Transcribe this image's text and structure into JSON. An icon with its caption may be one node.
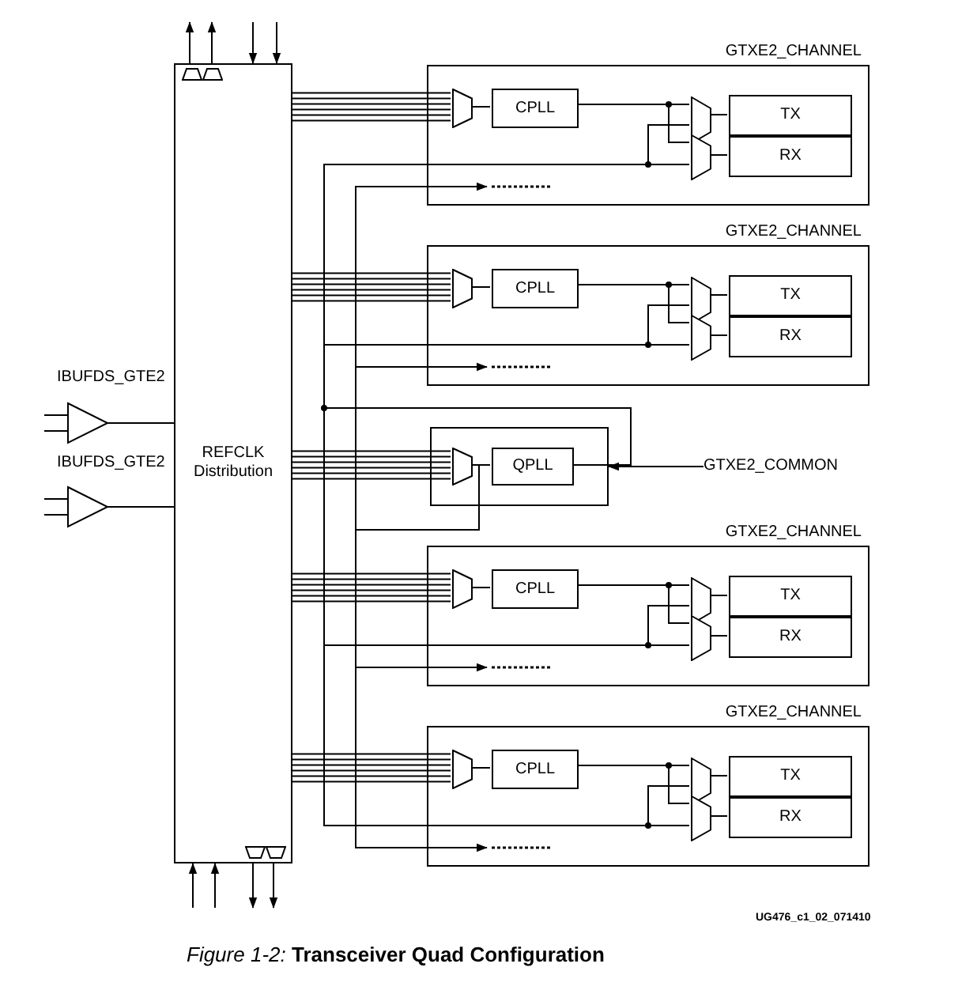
{
  "diagram": {
    "caption": "*Figure 1-2:* **Transceiver Quad Configuration**",
    "nodes": [
      {
        "text": [
          "REFCLK Distribution"
        ]
      },
      {
        "text": [],
        "shape": "triangle",
        "beside": [
          "IBUFDS_GTE2"
        ]
      },
      {
        "text": [],
        "shape": "triangle",
        "beside": [
          "IBUFDS_GTE2"
        ]
      },
      {
        "text": [
          "GTXE2_CHANNEL"
        ]
      },
      {
        "text": [],
        "shape": "trapezoid",
        "in": 3
      },
      {
        "text": [
          "CPLL"
        ],
        "in": 3
      },
      {
        "text": [],
        "shape": "trapezoid",
        "in": 3
      },
      {
        "text": [],
        "shape": "trapezoid",
        "in": 3
      },
      {
        "text": [
          "TX"
        ],
        "in": 3
      },
      {
        "text": [
          "RX"
        ],
        "in": 3
      },
      {
        "text": [
          "GTXE2_CHANNEL"
        ]
      },
      {
        "text": [],
        "shape": "trapezoid",
        "in": 10
      },
      {
        "text": [
          "CPLL"
        ],
        "in": 10
      },
      {
        "text": [],
        "shape": "trapezoid",
        "in": 10
      },
      {
        "text": [],
        "shape": "trapezoid",
        "in": 10
      },
      {
        "text": [
          "TX"
        ],
        "in": 10
      },
      {
        "text": [
          "RX"
        ],
        "in": 10
      },
      {
        "text": [],
        "shape": "box"
      },
      {
        "text": [],
        "shape": "trapezoid",
        "in": 17
      },
      {
        "text": [
          "QPLL"
        ],
        "in": 17
      },
      {
        "text": [
          "GTXE2_COMMON"
        ]
      },
      {
        "text": [
          "GTXE2_CHANNEL"
        ]
      },
      {
        "text": [],
        "shape": "trapezoid",
        "in": 21
      },
      {
        "text": [
          "CPLL"
        ],
        "in": 21
      },
      {
        "text": [],
        "shape": "trapezoid",
        "in": 21
      },
      {
        "text": [],
        "shape": "trapezoid",
        "in": 21
      },
      {
        "text": [
          "TX"
        ],
        "in": 21
      },
      {
        "text": [
          "RX"
        ],
        "in": 21
      },
      {
        "text": [
          "GTXE2_CHANNEL"
        ]
      },
      {
        "text": [],
        "shape": "trapezoid",
        "in": 28
      },
      {
        "text": [
          "CPLL"
        ],
        "in": 28
      },
      {
        "text": [],
        "shape": "trapezoid",
        "in": 28
      },
      {
        "text": [],
        "shape": "trapezoid",
        "in": 28
      },
      {
        "text": [
          "TX"
        ],
        "in": 28
      },
      {
        "text": [
          "RX"
        ],
        "in": 28
      }
    ],
    "edges": [
      {
        "from": 1,
        "to": 0,
        "arrow": "none"
      },
      {
        "from": 2,
        "to": 0,
        "arrow": "none"
      },
      {
        "from": 0,
        "to": null,
        "arrow": "to"
      },
      {
        "from": 0,
        "to": null,
        "arrow": "to"
      },
      {
        "from": null,
        "to": 0,
        "arrow": "to"
      },
      {
        "from": null,
        "to": 0,
        "arrow": "to"
      },
      {
        "from": null,
        "to": 0,
        "arrow": "to"
      },
      {
        "from": null,
        "to": 0,
        "arrow": "to"
      },
      {
        "from": 0,
        "to": null,
        "arrow": "to"
      },
      {
        "from": 0,
        "to": null,
        "arrow": "to"
      },
      {
        "from": 0,
        "to": 4,
        "arrow": "none"
      },
      {
        "from": 4,
        "to": 5,
        "arrow": "none"
      },
      {
        "from": 5,
        "to": 6,
        "arrow": "none"
      },
      {
        "from": 5,
        "to": 7,
        "arrow": "none"
      },
      {
        "from": 6,
        "to": 8,
        "arrow": "none"
      },
      {
        "from": 7,
        "to": 9,
        "arrow": "none"
      },
      {
        "from": 19,
        "to": 6,
        "arrow": "none"
      },
      {
        "from": 19,
        "to": 7,
        "arrow": "none"
      },
      {
        "from": 18,
        "to": 3,
        "arrow": "to"
      },
      {
        "from": 0,
        "to": 11,
        "arrow": "none"
      },
      {
        "from": 11,
        "to": 12,
        "arrow": "none"
      },
      {
        "from": 12,
        "to": 13,
        "arrow": "none"
      },
      {
        "from": 12,
        "to": 14,
        "arrow": "none"
      },
      {
        "from": 13,
        "to": 15,
        "arrow": "none"
      },
      {
        "from": 14,
        "to": 16,
        "arrow": "none"
      },
      {
        "from": 19,
        "to": 13,
        "arrow": "none"
      },
      {
        "from": 19,
        "to": 14,
        "arrow": "none"
      },
      {
        "from": 18,
        "to": 10,
        "arrow": "to"
      },
      {
        "from": 0,
        "to": 18,
        "arrow": "none"
      },
      {
        "from": 18,
        "to": 19,
        "arrow": "none"
      },
      {
        "from": 20,
        "to": 17,
        "arrow": "to"
      },
      {
        "from": 0,
        "to": 22,
        "arrow": "none"
      },
      {
        "from": 22,
        "to": 23,
        "arrow": "none"
      },
      {
        "from": 23,
        "to": 24,
        "arrow": "none"
      },
      {
        "from": 23,
        "to": 25,
        "arrow": "none"
      },
      {
        "from": 24,
        "to": 26,
        "arrow": "none"
      },
      {
        "from": 25,
        "to": 27,
        "arrow": "none"
      },
      {
        "from": 19,
        "to": 24,
        "arrow": "none"
      },
      {
        "from": 19,
        "to": 25,
        "arrow": "none"
      },
      {
        "from": 18,
        "to": 21,
        "arrow": "to"
      },
      {
        "from": 0,
        "to": 29,
        "arrow": "none"
      },
      {
        "from": 29,
        "to": 30,
        "arrow": "none"
      },
      {
        "from": 30,
        "to": 31,
        "arrow": "none"
      },
      {
        "from": 30,
        "to": 32,
        "arrow": "none"
      },
      {
        "from": 31,
        "to": 33,
        "arrow": "none"
      },
      {
        "from": 32,
        "to": 34,
        "arrow": "none"
      },
      {
        "from": 19,
        "to": 31,
        "arrow": "none"
      },
      {
        "from": 19,
        "to": 32,
        "arrow": "none"
      },
      {
        "from": 18,
        "to": 28,
        "arrow": "to"
      }
    ],
    "labels": [
      "UG476_c1_02_071410"
    ]
  }
}
